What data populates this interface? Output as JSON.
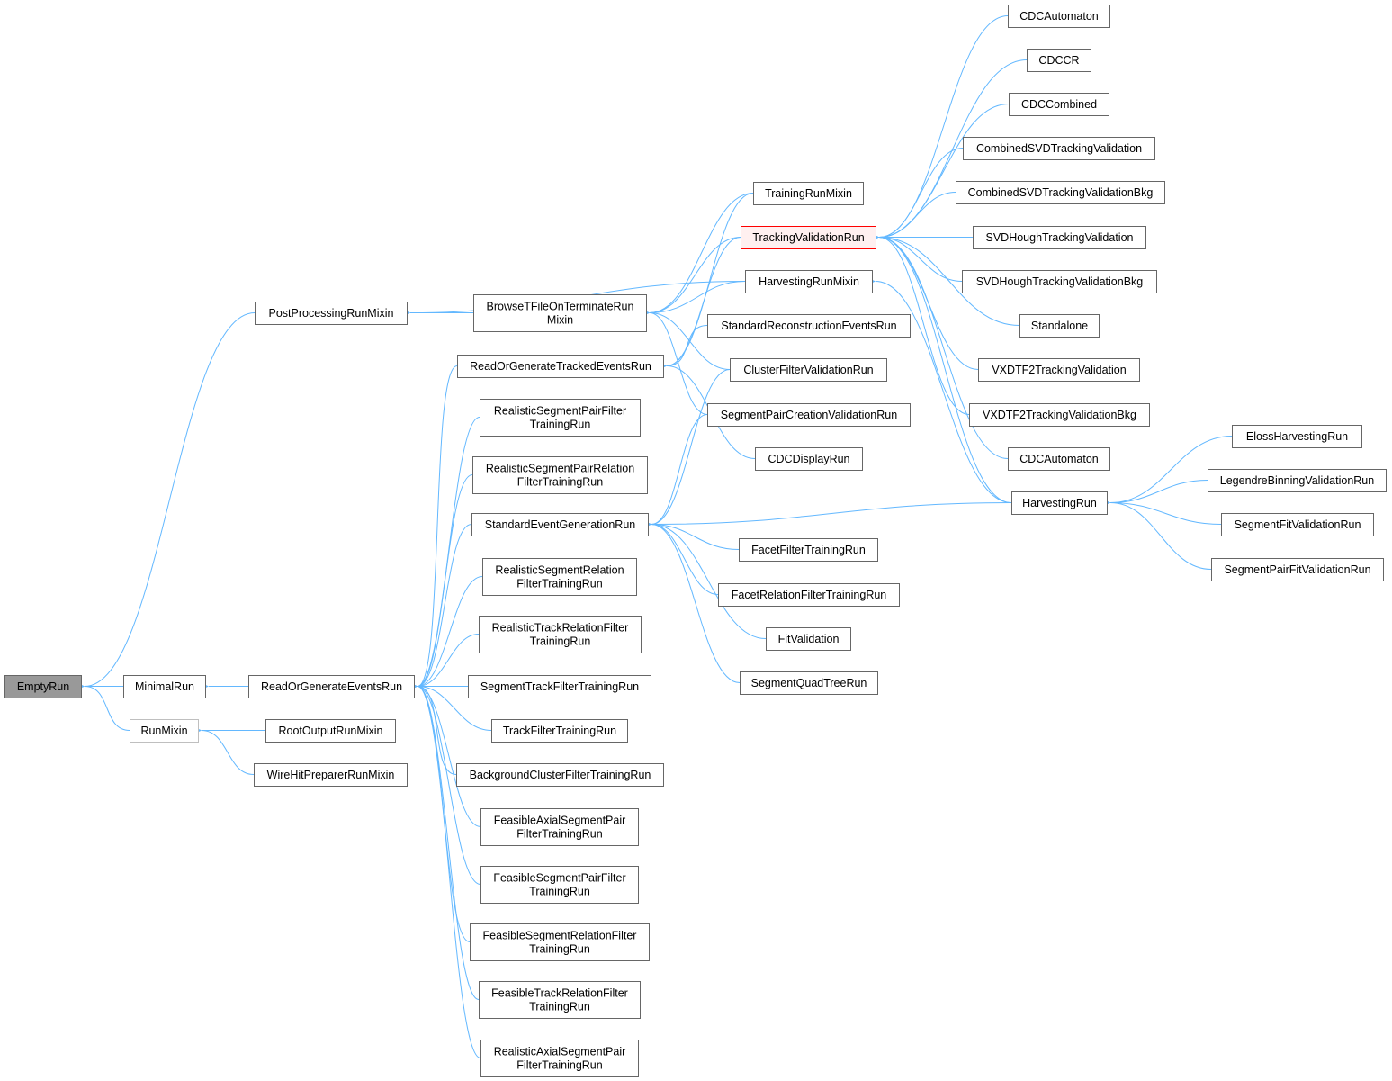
{
  "colors": {
    "edge": "#63b8ff",
    "root_fill": "#999999",
    "highlight_border": "#ff0000",
    "highlight_fill": "#fff0f0",
    "node_border": "#666666",
    "mixin_border": "#bfbfbf"
  },
  "nodes": [
    {
      "id": "EmptyRun",
      "lines": [
        "EmptyRun"
      ],
      "style": "gray"
    },
    {
      "id": "MinimalRun",
      "lines": [
        "MinimalRun"
      ]
    },
    {
      "id": "RunMixin",
      "lines": [
        "RunMixin"
      ],
      "style": "light"
    },
    {
      "id": "ReadOrGenerateEventsRun",
      "lines": [
        "ReadOrGenerateEventsRun"
      ]
    },
    {
      "id": "RootOutputRunMixin",
      "lines": [
        "RootOutputRunMixin"
      ]
    },
    {
      "id": "WireHitPreparerRunMixin",
      "lines": [
        "WireHitPreparerRunMixin"
      ]
    },
    {
      "id": "PostProcessingRunMixin",
      "lines": [
        "PostProcessingRunMixin"
      ]
    },
    {
      "id": "BrowseTFileOnTerminateRunMixin",
      "lines": [
        "BrowseTFileOnTerminateRun",
        "Mixin"
      ]
    },
    {
      "id": "ReadOrGenerateTrackedEventsRun",
      "lines": [
        "ReadOrGenerateTrackedEventsRun"
      ]
    },
    {
      "id": "RealisticSegmentPairFilterTrainingRun",
      "lines": [
        "RealisticSegmentPairFilter",
        "TrainingRun"
      ]
    },
    {
      "id": "RealisticSegmentPairRelationFilterTrainingRun",
      "lines": [
        "RealisticSegmentPairRelation",
        "FilterTrainingRun"
      ]
    },
    {
      "id": "StandardEventGenerationRun",
      "lines": [
        "StandardEventGenerationRun"
      ]
    },
    {
      "id": "RealisticSegmentRelationFilterTrainingRun",
      "lines": [
        "RealisticSegmentRelation",
        "FilterTrainingRun"
      ]
    },
    {
      "id": "RealisticTrackRelationFilterTrainingRun",
      "lines": [
        "RealisticTrackRelationFilter",
        "TrainingRun"
      ]
    },
    {
      "id": "SegmentTrackFilterTrainingRun",
      "lines": [
        "SegmentTrackFilterTrainingRun"
      ]
    },
    {
      "id": "TrackFilterTrainingRun",
      "lines": [
        "TrackFilterTrainingRun"
      ]
    },
    {
      "id": "BackgroundClusterFilterTrainingRun",
      "lines": [
        "BackgroundClusterFilterTrainingRun"
      ]
    },
    {
      "id": "FeasibleAxialSegmentPairFilterTrainingRun",
      "lines": [
        "FeasibleAxialSegmentPair",
        "FilterTrainingRun"
      ]
    },
    {
      "id": "FeasibleSegmentPairFilterTrainingRun",
      "lines": [
        "FeasibleSegmentPairFilter",
        "TrainingRun"
      ]
    },
    {
      "id": "FeasibleSegmentRelationFilterTrainingRun",
      "lines": [
        "FeasibleSegmentRelationFilter",
        "TrainingRun"
      ]
    },
    {
      "id": "FeasibleTrackRelationFilterTrainingRun",
      "lines": [
        "FeasibleTrackRelationFilter",
        "TrainingRun"
      ]
    },
    {
      "id": "RealisticAxialSegmentPairFilterTrainingRun",
      "lines": [
        "RealisticAxialSegmentPair",
        "FilterTrainingRun"
      ]
    },
    {
      "id": "TrainingRunMixin",
      "lines": [
        "TrainingRunMixin"
      ]
    },
    {
      "id": "TrackingValidationRun",
      "lines": [
        "TrackingValidationRun"
      ],
      "style": "red"
    },
    {
      "id": "HarvestingRunMixin",
      "lines": [
        "HarvestingRunMixin"
      ]
    },
    {
      "id": "StandardReconstructionEventsRun",
      "lines": [
        "StandardReconstructionEventsRun"
      ]
    },
    {
      "id": "ClusterFilterValidationRun",
      "lines": [
        "ClusterFilterValidationRun"
      ]
    },
    {
      "id": "SegmentPairCreationValidationRun",
      "lines": [
        "SegmentPairCreationValidationRun"
      ]
    },
    {
      "id": "CDCDisplayRun",
      "lines": [
        "CDCDisplayRun"
      ]
    },
    {
      "id": "FacetFilterTrainingRun",
      "lines": [
        "FacetFilterTrainingRun"
      ]
    },
    {
      "id": "FacetRelationFilterTrainingRun",
      "lines": [
        "FacetRelationFilterTrainingRun"
      ]
    },
    {
      "id": "FitValidation",
      "lines": [
        "FitValidation"
      ]
    },
    {
      "id": "SegmentQuadTreeRun",
      "lines": [
        "SegmentQuadTreeRun"
      ]
    },
    {
      "id": "CDCAutomaton1",
      "lines": [
        "CDCAutomaton"
      ]
    },
    {
      "id": "CDCCR",
      "lines": [
        "CDCCR"
      ]
    },
    {
      "id": "CDCCombined",
      "lines": [
        "CDCCombined"
      ]
    },
    {
      "id": "CombinedSVDTrackingValidation",
      "lines": [
        "CombinedSVDTrackingValidation"
      ]
    },
    {
      "id": "CombinedSVDTrackingValidationBkg",
      "lines": [
        "CombinedSVDTrackingValidationBkg"
      ]
    },
    {
      "id": "SVDHoughTrackingValidation",
      "lines": [
        "SVDHoughTrackingValidation"
      ]
    },
    {
      "id": "SVDHoughTrackingValidationBkg",
      "lines": [
        "SVDHoughTrackingValidationBkg"
      ]
    },
    {
      "id": "Standalone",
      "lines": [
        "Standalone"
      ]
    },
    {
      "id": "VXDTF2TrackingValidation",
      "lines": [
        "VXDTF2TrackingValidation"
      ]
    },
    {
      "id": "VXDTF2TrackingValidationBkg",
      "lines": [
        "VXDTF2TrackingValidationBkg"
      ]
    },
    {
      "id": "CDCAutomaton2",
      "lines": [
        "CDCAutomaton"
      ]
    },
    {
      "id": "HarvestingRun",
      "lines": [
        "HarvestingRun"
      ]
    },
    {
      "id": "ElossHarvestingRun",
      "lines": [
        "ElossHarvestingRun"
      ]
    },
    {
      "id": "LegendreBinningValidationRun",
      "lines": [
        "LegendreBinningValidationRun"
      ]
    },
    {
      "id": "SegmentFitValidationRun",
      "lines": [
        "SegmentFitValidationRun"
      ]
    },
    {
      "id": "SegmentPairFitValidationRun",
      "lines": [
        "SegmentPairFitValidationRun"
      ]
    }
  ],
  "edges": [
    [
      "EmptyRun",
      "MinimalRun"
    ],
    [
      "EmptyRun",
      "RunMixin"
    ],
    [
      "EmptyRun",
      "PostProcessingRunMixin"
    ],
    [
      "MinimalRun",
      "ReadOrGenerateEventsRun"
    ],
    [
      "RunMixin",
      "RootOutputRunMixin"
    ],
    [
      "RunMixin",
      "WireHitPreparerRunMixin"
    ],
    [
      "PostProcessingRunMixin",
      "BrowseTFileOnTerminateRunMixin"
    ],
    [
      "PostProcessingRunMixin",
      "HarvestingRunMixin"
    ],
    [
      "ReadOrGenerateEventsRun",
      "ReadOrGenerateTrackedEventsRun"
    ],
    [
      "ReadOrGenerateEventsRun",
      "RealisticSegmentPairFilterTrainingRun"
    ],
    [
      "ReadOrGenerateEventsRun",
      "RealisticSegmentPairRelationFilterTrainingRun"
    ],
    [
      "ReadOrGenerateEventsRun",
      "StandardEventGenerationRun"
    ],
    [
      "ReadOrGenerateEventsRun",
      "RealisticSegmentRelationFilterTrainingRun"
    ],
    [
      "ReadOrGenerateEventsRun",
      "RealisticTrackRelationFilterTrainingRun"
    ],
    [
      "ReadOrGenerateEventsRun",
      "SegmentTrackFilterTrainingRun"
    ],
    [
      "ReadOrGenerateEventsRun",
      "TrackFilterTrainingRun"
    ],
    [
      "ReadOrGenerateEventsRun",
      "BackgroundClusterFilterTrainingRun"
    ],
    [
      "ReadOrGenerateEventsRun",
      "FeasibleAxialSegmentPairFilterTrainingRun"
    ],
    [
      "ReadOrGenerateEventsRun",
      "FeasibleSegmentPairFilterTrainingRun"
    ],
    [
      "ReadOrGenerateEventsRun",
      "FeasibleSegmentRelationFilterTrainingRun"
    ],
    [
      "ReadOrGenerateEventsRun",
      "FeasibleTrackRelationFilterTrainingRun"
    ],
    [
      "ReadOrGenerateEventsRun",
      "RealisticAxialSegmentPairFilterTrainingRun"
    ],
    [
      "BrowseTFileOnTerminateRunMixin",
      "TrainingRunMixin"
    ],
    [
      "BrowseTFileOnTerminateRunMixin",
      "TrackingValidationRun"
    ],
    [
      "BrowseTFileOnTerminateRunMixin",
      "HarvestingRunMixin"
    ],
    [
      "BrowseTFileOnTerminateRunMixin",
      "ClusterFilterValidationRun"
    ],
    [
      "BrowseTFileOnTerminateRunMixin",
      "SegmentPairCreationValidationRun"
    ],
    [
      "ReadOrGenerateTrackedEventsRun",
      "TrainingRunMixin"
    ],
    [
      "ReadOrGenerateTrackedEventsRun",
      "TrackingValidationRun"
    ],
    [
      "ReadOrGenerateTrackedEventsRun",
      "StandardReconstructionEventsRun"
    ],
    [
      "ReadOrGenerateTrackedEventsRun",
      "CDCDisplayRun"
    ],
    [
      "StandardEventGenerationRun",
      "ClusterFilterValidationRun"
    ],
    [
      "StandardEventGenerationRun",
      "SegmentPairCreationValidationRun"
    ],
    [
      "StandardEventGenerationRun",
      "FacetFilterTrainingRun"
    ],
    [
      "StandardEventGenerationRun",
      "FacetRelationFilterTrainingRun"
    ],
    [
      "StandardEventGenerationRun",
      "FitValidation"
    ],
    [
      "StandardEventGenerationRun",
      "SegmentQuadTreeRun"
    ],
    [
      "StandardEventGenerationRun",
      "HarvestingRun"
    ],
    [
      "HarvestingRunMixin",
      "HarvestingRun"
    ],
    [
      "TrackingValidationRun",
      "CDCAutomaton1"
    ],
    [
      "TrackingValidationRun",
      "CDCCR"
    ],
    [
      "TrackingValidationRun",
      "CDCCombined"
    ],
    [
      "TrackingValidationRun",
      "CombinedSVDTrackingValidation"
    ],
    [
      "TrackingValidationRun",
      "CombinedSVDTrackingValidationBkg"
    ],
    [
      "TrackingValidationRun",
      "SVDHoughTrackingValidation"
    ],
    [
      "TrackingValidationRun",
      "SVDHoughTrackingValidationBkg"
    ],
    [
      "TrackingValidationRun",
      "Standalone"
    ],
    [
      "TrackingValidationRun",
      "VXDTF2TrackingValidation"
    ],
    [
      "TrackingValidationRun",
      "VXDTF2TrackingValidationBkg"
    ],
    [
      "TrackingValidationRun",
      "CDCAutomaton2"
    ],
    [
      "TrackingValidationRun",
      "HarvestingRun"
    ],
    [
      "HarvestingRun",
      "ElossHarvestingRun"
    ],
    [
      "HarvestingRun",
      "LegendreBinningValidationRun"
    ],
    [
      "HarvestingRun",
      "SegmentFitValidationRun"
    ],
    [
      "HarvestingRun",
      "SegmentPairFitValidationRun"
    ]
  ]
}
